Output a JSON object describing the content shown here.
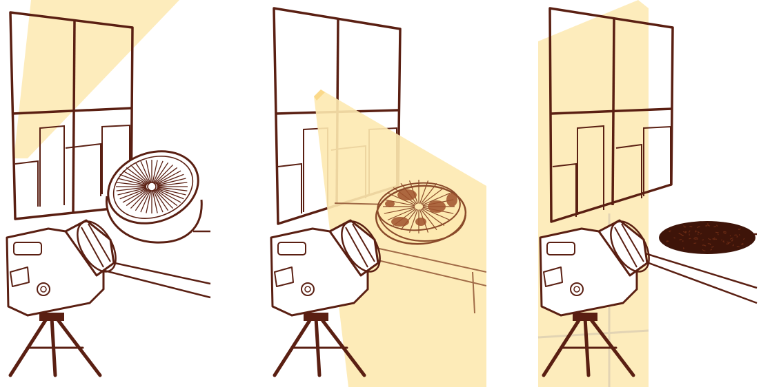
{
  "image": {
    "panels": [
      {
        "subject": "orange-half",
        "light": "window-light-upper-left"
      },
      {
        "subject": "drying-orange-slice",
        "light": "sunbeam-across-slice"
      },
      {
        "subject": "dried-orange-remains",
        "light": "full-sun-column"
      }
    ],
    "colors": {
      "ink": "#5a1f12",
      "ink_light": "#8a4a2a",
      "sunlight": "#fde9b0",
      "sunlight_strong": "#fbd98a",
      "dried_fruit": "#3e1409",
      "background": "#ffffff"
    }
  }
}
